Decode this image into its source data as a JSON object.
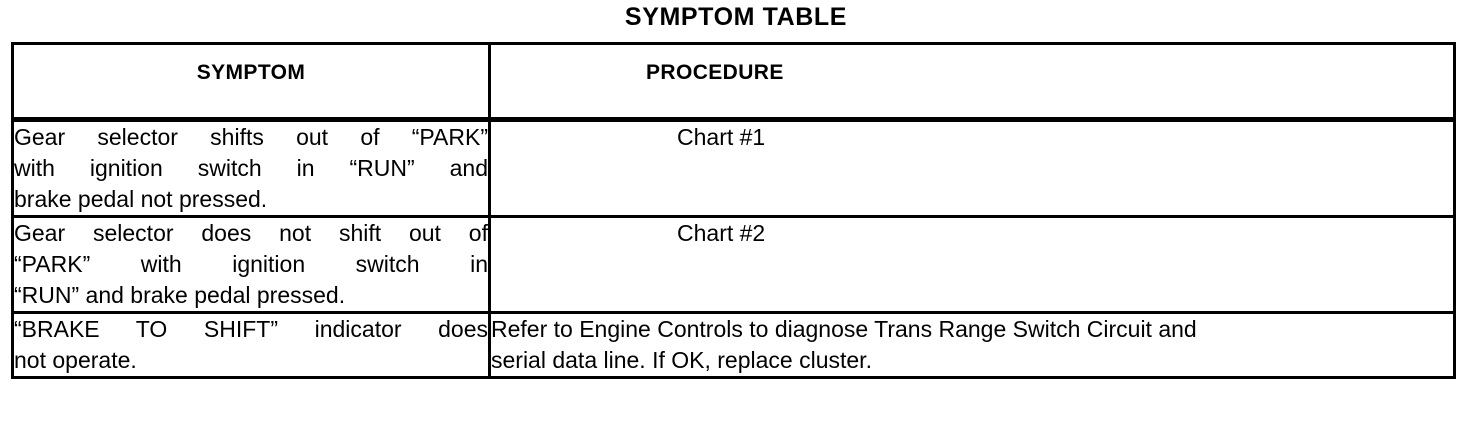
{
  "title": "SYMPTOM TABLE",
  "table": {
    "columns": [
      {
        "key": "symptom",
        "header": "SYMPTOM"
      },
      {
        "key": "procedure",
        "header": "PROCEDURE"
      }
    ],
    "rows": [
      {
        "symptom": "Gear selector shifts out of “PARK” with ignition switch in “RUN” and brake pedal not pressed.",
        "symptom_lines": [
          "Gear selector shifts out of “PARK”",
          "with ignition switch in “RUN” and",
          "brake pedal not pressed."
        ],
        "procedure": "Chart #1"
      },
      {
        "symptom": "Gear selector does not shift out of “PARK” with ignition switch in “RUN” and brake pedal pressed.",
        "symptom_lines": [
          "Gear selector does not shift out of",
          "“PARK” with ignition switch in",
          "“RUN” and brake pedal pressed."
        ],
        "procedure": "Chart #2"
      },
      {
        "symptom": "“BRAKE TO SHIFT” indicator does not operate.",
        "symptom_lines": [
          "“BRAKE TO SHIFT” indicator does",
          "not operate."
        ],
        "procedure": "Refer to Engine Controls to diagnose Trans Range Switch Circuit and serial data line. If OK, replace cluster.",
        "procedure_lines": [
          "Refer to Engine Controls to diagnose Trans Range Switch Circuit and",
          "serial data line. If OK, replace cluster."
        ]
      }
    ]
  },
  "colors": {
    "ink": "#000000",
    "paper": "#ffffff"
  }
}
